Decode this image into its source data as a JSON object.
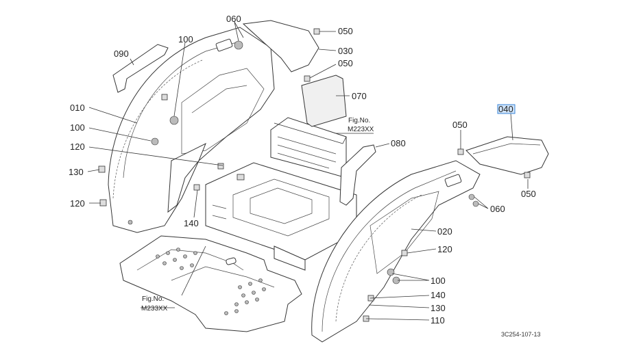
{
  "diagram": {
    "type": "exploded-parts-diagram",
    "drawing_code": "3C254-107-13",
    "highlighted_part": "040",
    "figure_refs": [
      {
        "label": "Fig.No.",
        "number": "M223XX"
      },
      {
        "label": "Fig.No.",
        "number": "M233XX"
      }
    ],
    "callouts": [
      {
        "id": "c060a",
        "text": "060"
      },
      {
        "id": "c050a",
        "text": "050"
      },
      {
        "id": "c100a",
        "text": "100"
      },
      {
        "id": "c090",
        "text": "090"
      },
      {
        "id": "c030",
        "text": "030"
      },
      {
        "id": "c050b",
        "text": "050"
      },
      {
        "id": "c070",
        "text": "070"
      },
      {
        "id": "c010",
        "text": "010"
      },
      {
        "id": "c100b",
        "text": "100"
      },
      {
        "id": "c120a",
        "text": "120"
      },
      {
        "id": "c130a",
        "text": "130"
      },
      {
        "id": "c120b",
        "text": "120"
      },
      {
        "id": "c140a",
        "text": "140"
      },
      {
        "id": "c080",
        "text": "080"
      },
      {
        "id": "c040",
        "text": "040"
      },
      {
        "id": "c050c",
        "text": "050"
      },
      {
        "id": "c050d",
        "text": "050"
      },
      {
        "id": "c060b",
        "text": "060"
      },
      {
        "id": "c020",
        "text": "020"
      },
      {
        "id": "c120c",
        "text": "120"
      },
      {
        "id": "c100c",
        "text": "100"
      },
      {
        "id": "c140b",
        "text": "140"
      },
      {
        "id": "c130b",
        "text": "130"
      },
      {
        "id": "c110",
        "text": "110"
      }
    ]
  }
}
